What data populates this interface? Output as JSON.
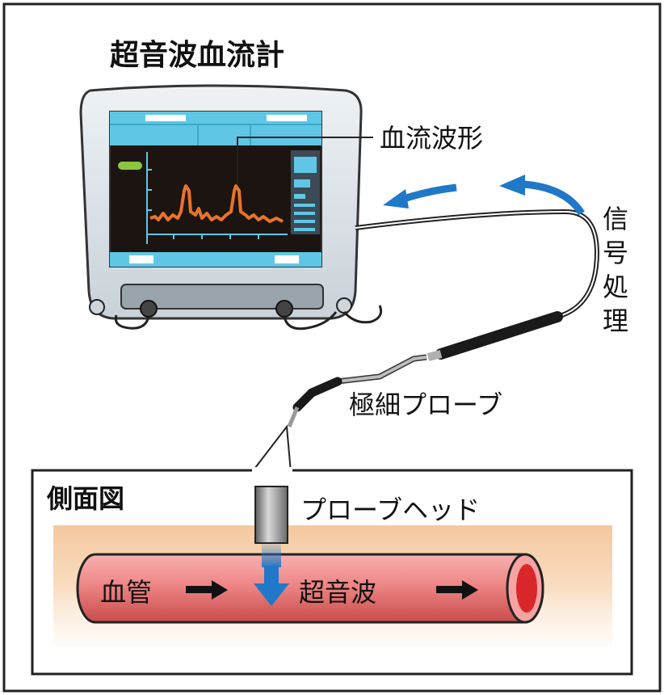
{
  "title": "超音波血流計",
  "labels": {
    "waveform": "血流波形",
    "signal_processing": [
      "信",
      "号",
      "処",
      "理"
    ],
    "probe": "極細プローブ",
    "side_view": "側面図",
    "probe_head": "プローブヘッド",
    "blood_vessel": "血管",
    "ultrasound": "超音波"
  },
  "colors": {
    "monitor_body": "#dce3e8",
    "screen": "#1c1410",
    "screen_header": "#5fc7e5",
    "waveform": "#e8742a",
    "indicator": "#8cc63f",
    "arrow_blue": "#1f78c8",
    "vessel": "#ee8c8c",
    "tissue": "#f5cfa8"
  },
  "icons": [
    "flow-arrow-icon",
    "ultrasound-beam-arrow-icon",
    "blood-flow-arrow-icon"
  ]
}
